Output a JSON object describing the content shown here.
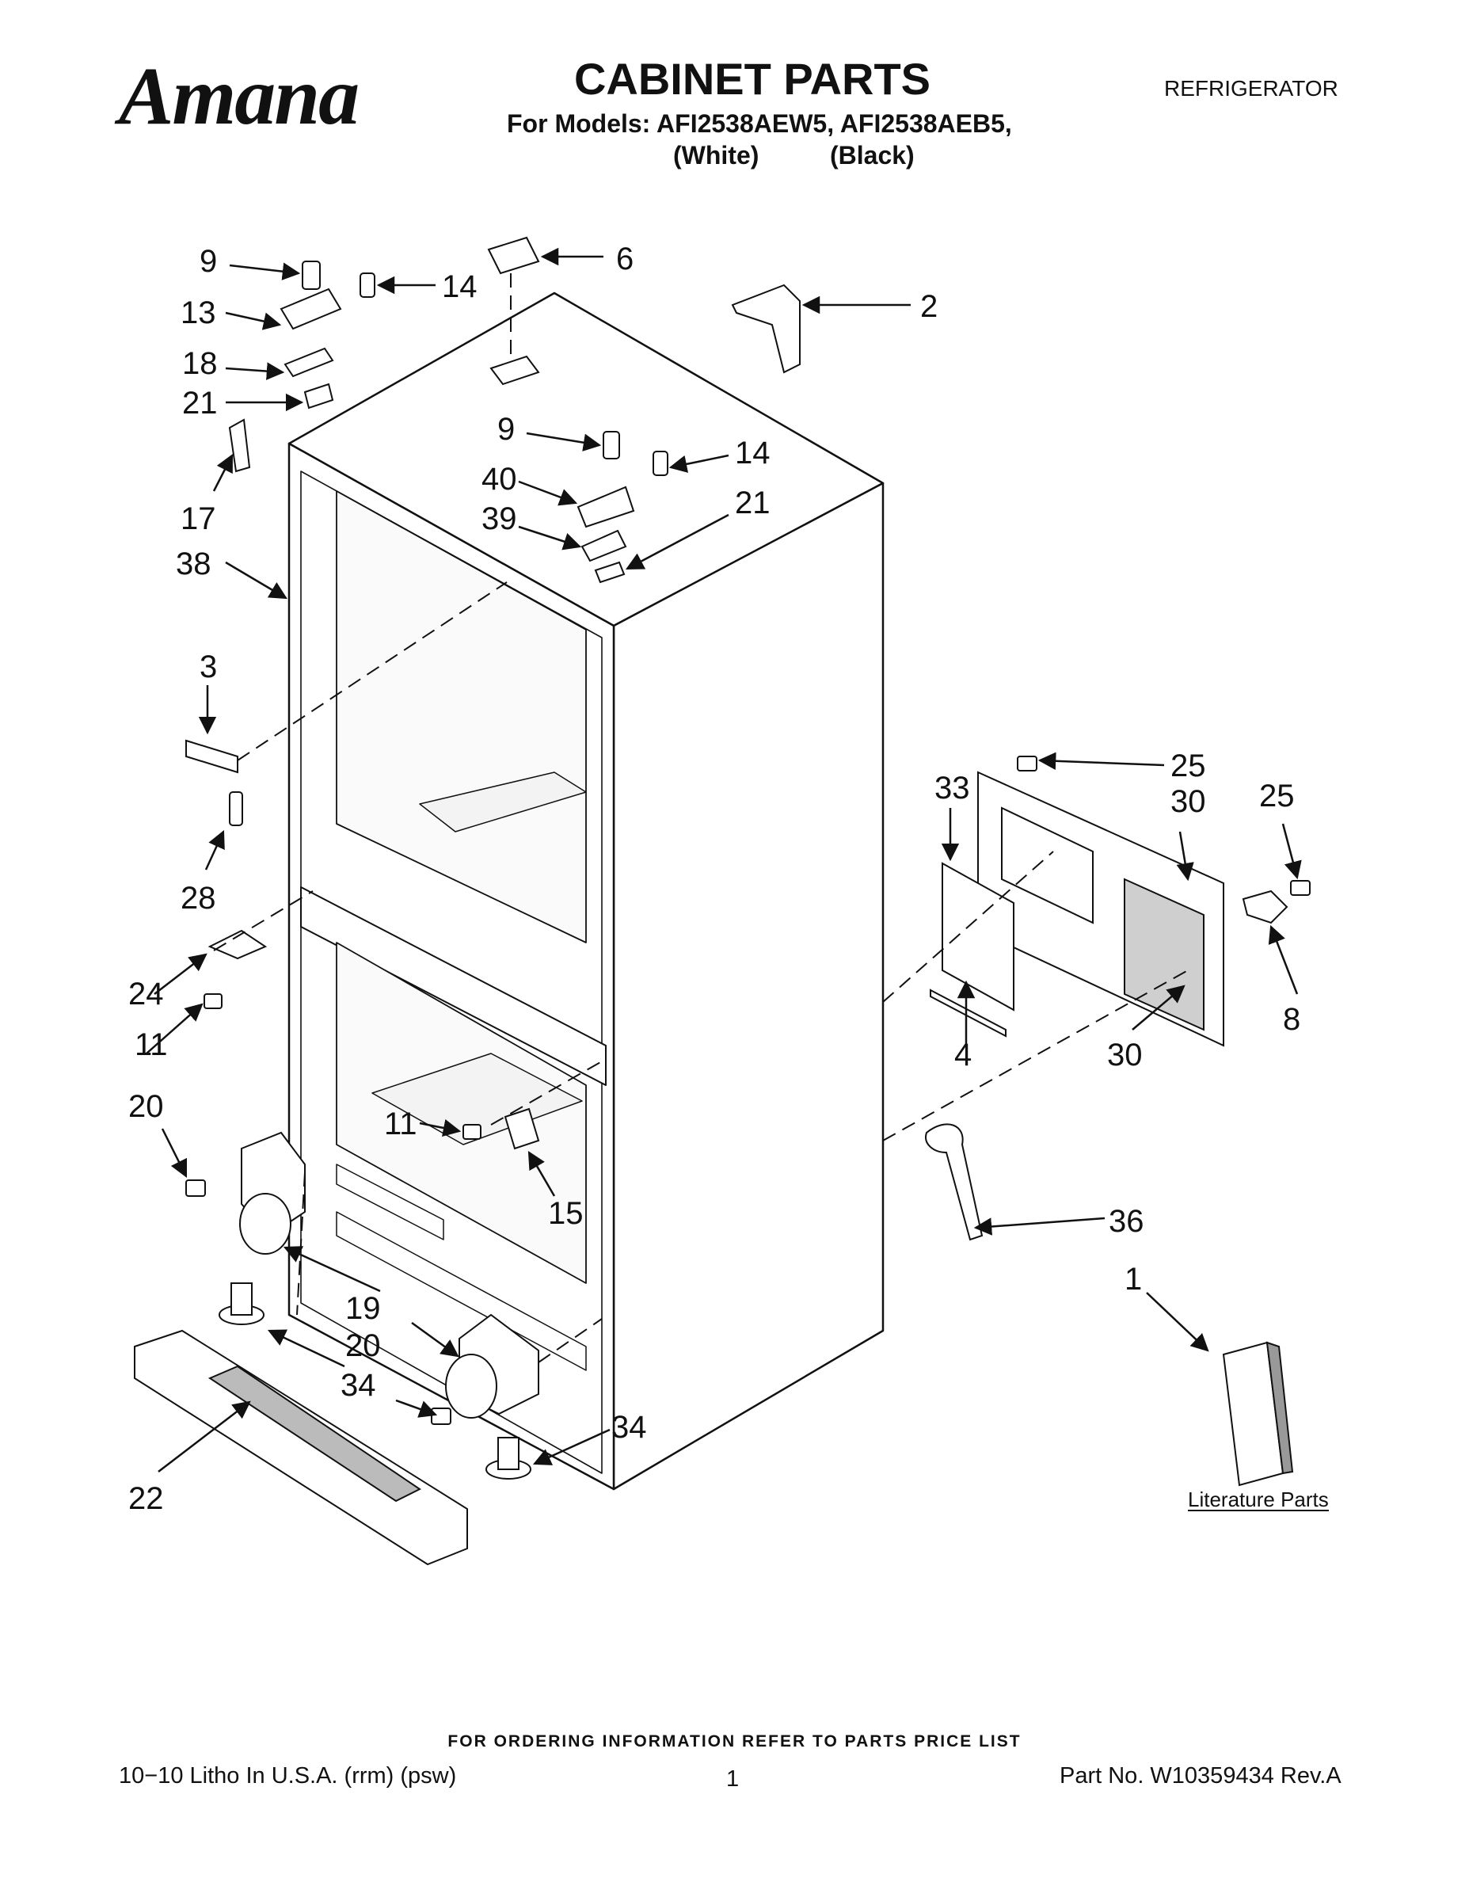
{
  "header": {
    "brand": "Amana",
    "title": "CABINET PARTS",
    "models_line": "For Models: AFI2538AEW5, AFI2538AEB5,",
    "variant_white": "(White)",
    "variant_black": "(Black)",
    "category": "REFRIGERATOR"
  },
  "callouts": {
    "c9a": "9",
    "c14a": "14",
    "c6": "6",
    "c2": "2",
    "c13": "13",
    "c18": "18",
    "c21a": "21",
    "c17": "17",
    "c38": "38",
    "c9b": "9",
    "c14b": "14",
    "c40": "40",
    "c39": "39",
    "c21b": "21",
    "c3": "3",
    "c28": "28",
    "c24": "24",
    "c11a": "11",
    "c20a": "20",
    "c11b": "11",
    "c15": "15",
    "c19": "19",
    "c20b": "20",
    "c34a": "34",
    "c34b": "34",
    "c22": "22",
    "c33": "33",
    "c25a": "25",
    "c30a": "30",
    "c25b": "25",
    "c8": "8",
    "c4": "4",
    "c30b": "30",
    "c36": "36",
    "c1": "1"
  },
  "literature_label": "Literature Parts",
  "footer": {
    "ordering_note": "FOR ORDERING INFORMATION REFER TO PARTS PRICE LIST",
    "litho": "10−10 Litho In U.S.A. (rrm) (psw)",
    "page_number": "1",
    "part_number": "Part No. W10359434 Rev.A"
  }
}
